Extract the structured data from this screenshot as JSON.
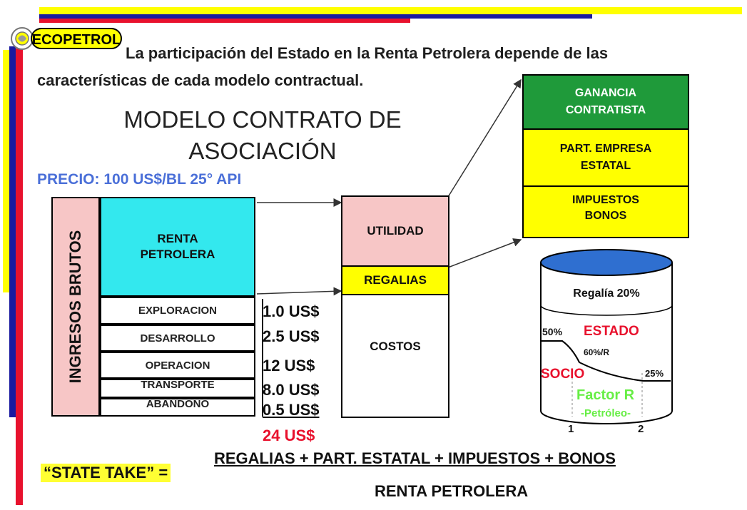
{
  "header": {
    "logo_text": "ECOPETROL",
    "title_line1": "La participación del Estado en la Renta Petrolera depende de las",
    "title_line2": "características de cada modelo contractual."
  },
  "model_title_line1": "MODELO CONTRATO DE",
  "model_title_line2": "ASOCIACIÓN",
  "precio": "PRECIO:  100 US$/BL    25° API",
  "left_column": {
    "ingresos_label": "INGRESOS    BRUTOS",
    "renta_label_line1": "RENTA",
    "renta_label_line2": "PETROLERA",
    "rows": [
      {
        "label": "EXPLORACION",
        "cost": "1.0 US$"
      },
      {
        "label": "DESARROLLO",
        "cost": "2.5 US$"
      },
      {
        "label": "OPERACION",
        "cost": "12 US$"
      },
      {
        "label": "TRANSPORTE",
        "cost": "8.0 US$"
      },
      {
        "label": "ABANDONO",
        "cost": "0.5 US$"
      }
    ],
    "total_cost": "24 US$"
  },
  "middle_column": {
    "utilidad": "UTILIDAD",
    "regalias": "REGALIAS",
    "costos": "COSTOS"
  },
  "right_stack": {
    "ganancia_line1": "GANANCIA",
    "ganancia_line2": "CONTRATISTA",
    "part_line1": "PART. EMPRESA",
    "part_line2": "ESTATAL",
    "impuestos_line1": "IMPUESTOS",
    "impuestos_line2": "BONOS"
  },
  "cylinder": {
    "regalia": "Regalía 20%",
    "pct_50": "50%",
    "estado": "ESTADO",
    "pct_60": "60%/R",
    "socio": "SOCIO",
    "pct_25": "25%",
    "factor_r": "Factor R",
    "petroleo": "-Petróleo-",
    "axis_1": "1",
    "axis_2": "2"
  },
  "formula": {
    "lhs": "“STATE  TAKE”  =",
    "numerator": "REGALIAS  + PART. ESTATAL  + IMPUESTOS + BONOS",
    "denominator": "RENTA  PETROLERA"
  },
  "colors": {
    "cyan": "#33e8ee",
    "pink": "#f7c6c6",
    "yellow": "#ffff00",
    "green": "#1f9a3a",
    "red": "#e8112d",
    "blue_text": "#4a6fd8",
    "factor_green": "#66ee44"
  }
}
